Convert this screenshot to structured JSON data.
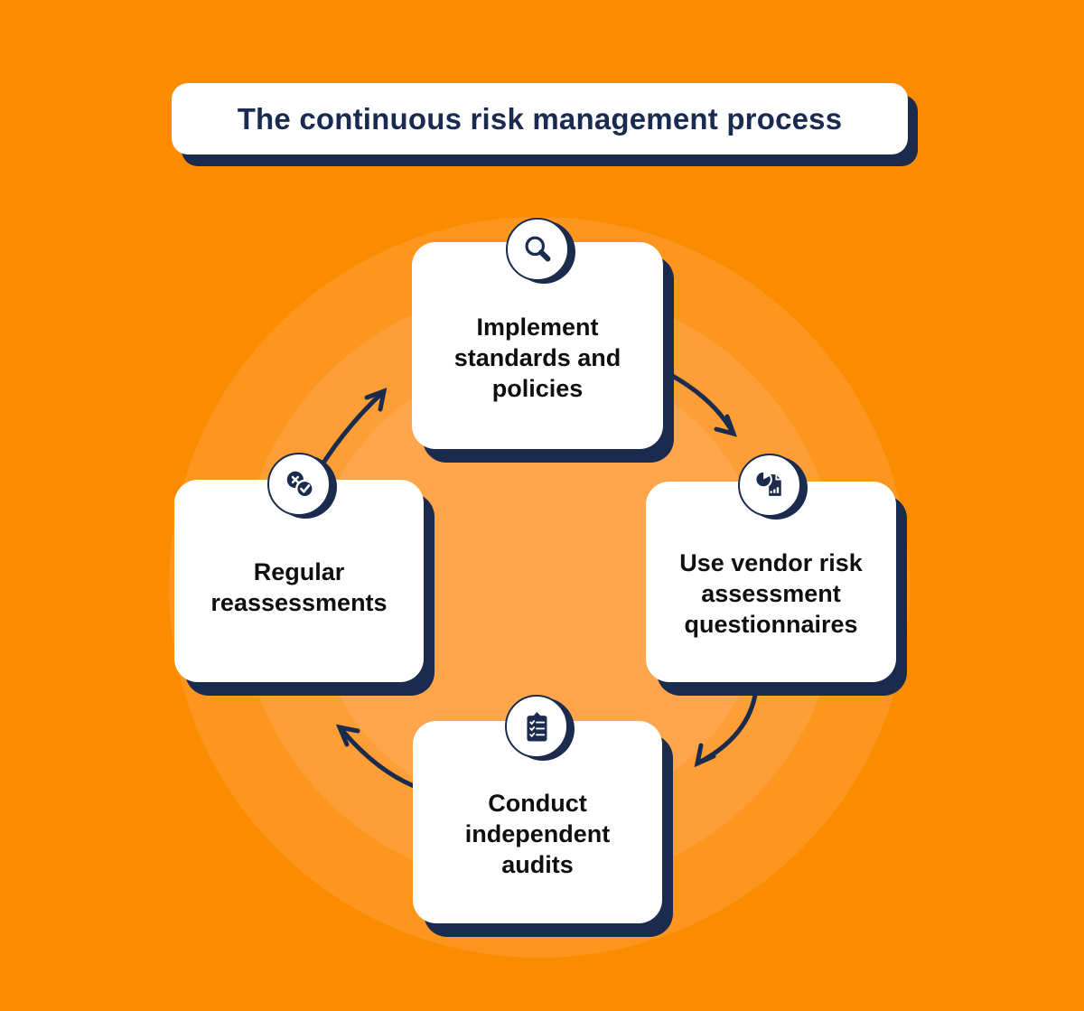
{
  "page": {
    "background_color": "#FB8C00",
    "ring_colors": [
      "#FC961F",
      "#FD9E36",
      "#FFA64C"
    ],
    "accent_navy": "#1B2B4D",
    "card_color": "#FFFFFF",
    "card_text_color": "#0F0F0F",
    "title_text_color": "#1A2B52"
  },
  "title": {
    "text": "The continuous risk management process"
  },
  "steps": [
    {
      "id": "implement-standards",
      "icon": "magnifier-icon",
      "lines": [
        "Implement",
        "standards and",
        "policies"
      ]
    },
    {
      "id": "vendor-questionnaires",
      "icon": "report-document-icon",
      "lines": [
        "Use vendor risk",
        "assessment",
        "questionnaires"
      ]
    },
    {
      "id": "independent-audits",
      "icon": "checklist-clipboard-icon",
      "lines": [
        "Conduct",
        "independent",
        "audits"
      ]
    },
    {
      "id": "regular-reassessments",
      "icon": "cross-and-check-icon",
      "lines": [
        "Regular",
        "reassessments"
      ]
    }
  ]
}
